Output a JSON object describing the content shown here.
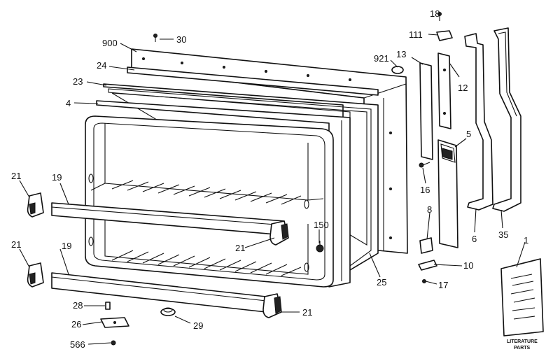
{
  "callouts": {
    "c18": "18",
    "c111": "111",
    "c900": "900",
    "c30": "30",
    "c921": "921",
    "c13": "13",
    "c24": "24",
    "c12": "12",
    "c23": "23",
    "c4": "4",
    "c5": "5",
    "c16": "16",
    "c21a": "21",
    "c19a": "19",
    "c8": "8",
    "c150": "150",
    "c21b": "21",
    "c6": "6",
    "c35": "35",
    "c1": "1",
    "c21c": "21",
    "c19b": "19",
    "c10": "10",
    "c25": "25",
    "c17": "17",
    "c28": "28",
    "c21d": "21",
    "c26": "26",
    "c29": "29",
    "c566": "566"
  },
  "literature": {
    "line1": "LITERATURE",
    "line2": "PARTS"
  }
}
